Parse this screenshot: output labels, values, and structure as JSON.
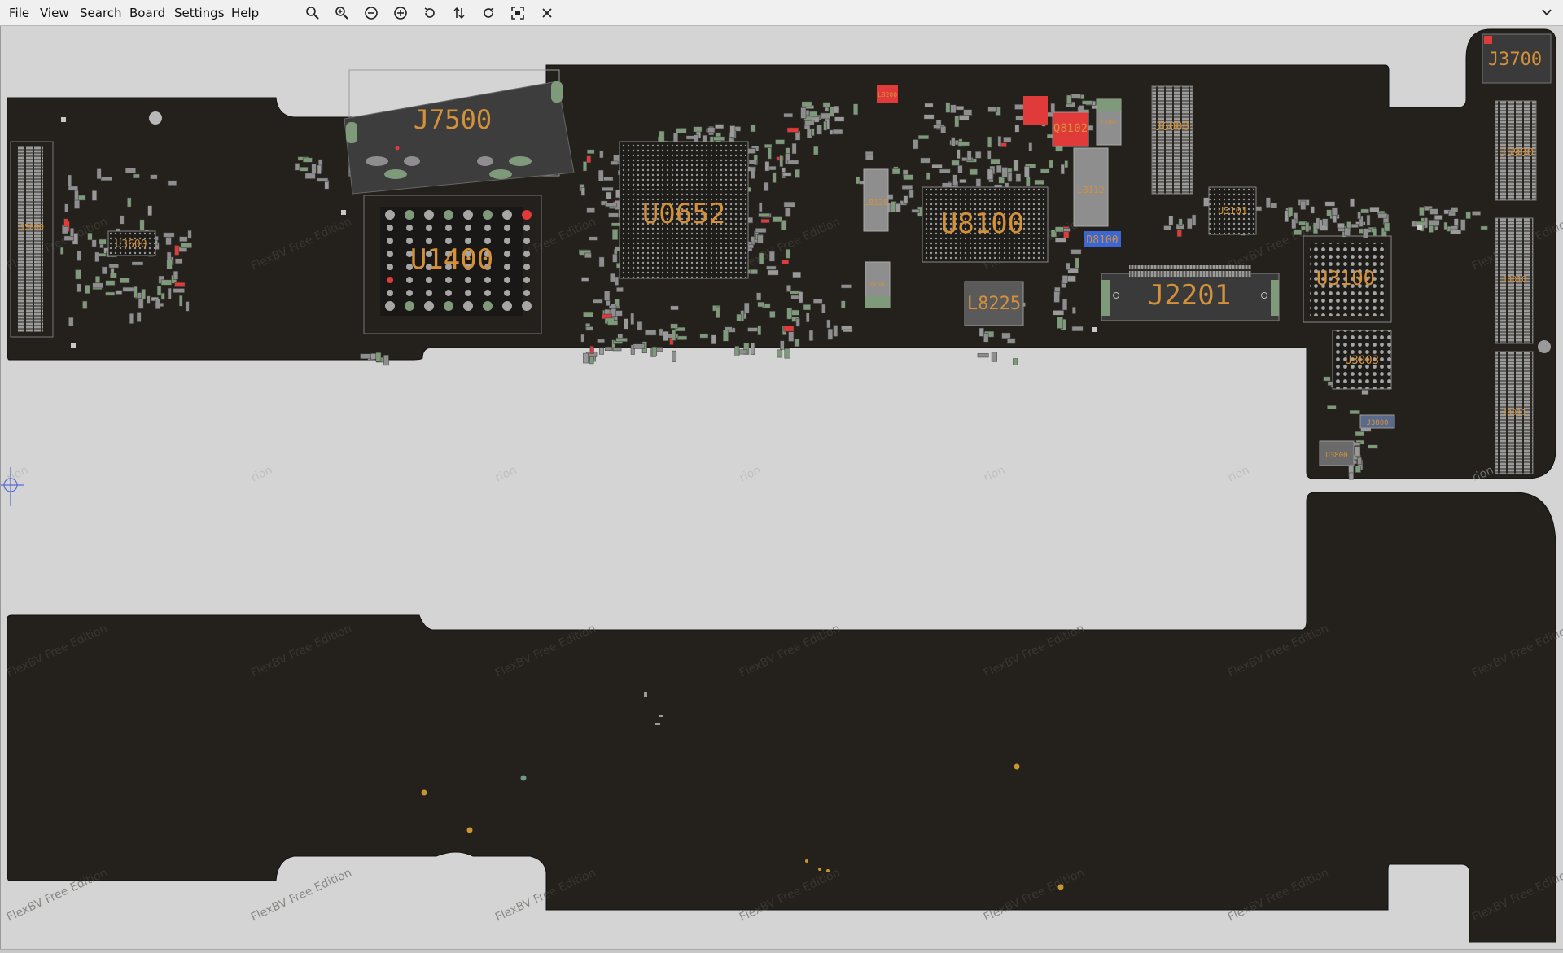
{
  "menu": {
    "file": "File",
    "view": "View",
    "search": "Search",
    "board": "Board",
    "settings": "Settings",
    "help": "Help"
  },
  "toolbar": {
    "icons": [
      "zoom-fit-icon",
      "zoom-in-icon",
      "zoom-out-circle-icon",
      "zoom-in-circle-icon",
      "rotate-left-icon",
      "flip-icon",
      "rotate-right-icon",
      "fit-screen-icon",
      "close-icon"
    ]
  },
  "board": {
    "watermark": "FlexBV Free Edition",
    "watermark_partial": "rion",
    "colors": {
      "background": "#d4d4d4",
      "pcb": "#24211c",
      "label": "#d4913a",
      "pad_gray": "#8e8e8e",
      "pad_green": "#7e9a7a",
      "pad_red": "#e03a3a",
      "pad_blue": "#3a66d6"
    },
    "components": {
      "j7500": "J7500",
      "u1400": "U1400",
      "u0652": "U0652",
      "u8100": "U8100",
      "j2201": "J2201",
      "l8225": "L8225",
      "u3100": "U3100",
      "j3700": "J3700",
      "j5900": "J5900",
      "j6000": "J6000",
      "q8102": "Q8102",
      "l8128": "L8128",
      "l8112": "L8112",
      "d8100": "D8100",
      "u3600": "U3600",
      "j5600": "J5600",
      "u3003": "U3003",
      "u3101": "U3101",
      "j3010": "J3010",
      "j3011": "J3011",
      "u3800": "U3800",
      "j3800": "J3800",
      "c8160": "C8160",
      "c8106": "C8106",
      "l8200": "L8200"
    }
  }
}
